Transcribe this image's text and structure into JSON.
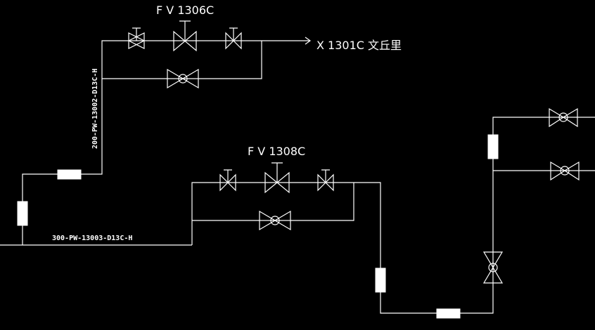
{
  "diagram": {
    "tags": {
      "fv1306": "F V 1306C",
      "fv1308": "F V 1308C",
      "destination": "X 1301C 文丘里"
    },
    "line_labels": {
      "vertical_line": "200-PW-13002-D13C-H",
      "horizontal_line": "300-PW-13003-D13C-H"
    }
  },
  "colors": {
    "background": "#000000",
    "line": "#ffffff"
  }
}
